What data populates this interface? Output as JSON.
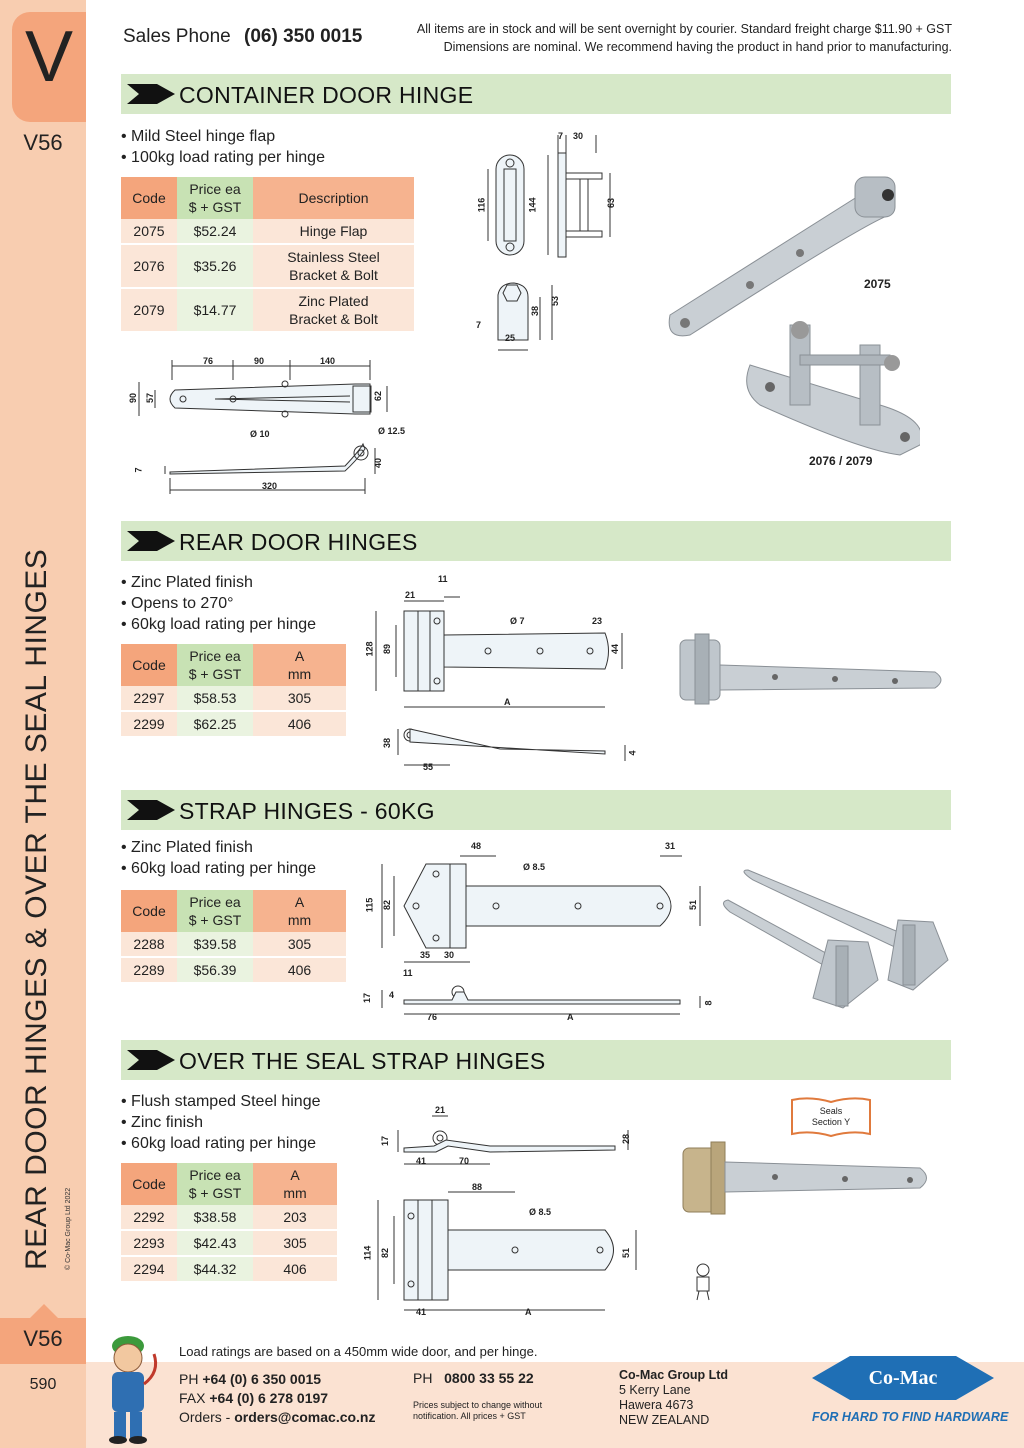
{
  "side": {
    "tab_letter": "V",
    "code_top": "V56",
    "vertical_title": "REAR DOOR HINGES & OVER THE SEAL HINGES",
    "copyright": "© Co-Mac Group Ltd 2022",
    "code_bottom": "V56",
    "page_number": "590"
  },
  "header": {
    "sales_label": "Sales Phone",
    "sales_phone": "(06) 350 0015",
    "notice_line1": "All items are in stock and will be sent overnight by courier. Standard freight charge $11.90 + GST",
    "notice_line2": "Dimensions are nominal. We recommend having the product in hand prior to manufacturing."
  },
  "sections": [
    {
      "title": "CONTAINER DOOR HINGE",
      "bullets": [
        "• Mild Steel hinge flap",
        "• 100kg load rating per hinge"
      ],
      "headers": [
        "Code",
        "Price ea",
        "$ + GST",
        "Description"
      ],
      "rows": [
        {
          "code": "2075",
          "price": "$52.24",
          "desc1": "Hinge Flap",
          "desc2": ""
        },
        {
          "code": "2076",
          "price": "$35.26",
          "desc1": "Stainless Steel",
          "desc2": "Bracket & Bolt"
        },
        {
          "code": "2079",
          "price": "$14.77",
          "desc1": "Zinc Plated",
          "desc2": "Bracket & Bolt"
        }
      ],
      "photo_labels": [
        "2075",
        "2076 / 2079"
      ],
      "dims": [
        "76",
        "90",
        "140",
        "90",
        "57",
        "62",
        "Ø 10",
        "Ø 12.5",
        "7",
        "40",
        "320",
        "7",
        "30",
        "116",
        "144",
        "63",
        "38",
        "53",
        "7",
        "25"
      ]
    },
    {
      "title": "REAR DOOR HINGES",
      "bullets": [
        "• Zinc Plated finish",
        "• Opens to 270°",
        "• 60kg load rating per hinge"
      ],
      "headers": [
        "Code",
        "Price ea",
        "$ + GST",
        "A",
        "mm"
      ],
      "rows": [
        {
          "code": "2297",
          "price": "$58.53",
          "a": "305"
        },
        {
          "code": "2299",
          "price": "$62.25",
          "a": "406"
        }
      ],
      "dims": [
        "11",
        "21",
        "Ø 7",
        "23",
        "128",
        "89",
        "44",
        "A",
        "38",
        "4",
        "55"
      ]
    },
    {
      "title": "STRAP HINGES - 60KG",
      "bullets": [
        "• Zinc Plated finish",
        "• 60kg load rating per hinge"
      ],
      "headers": [
        "Code",
        "Price ea",
        "$ + GST",
        "A",
        "mm"
      ],
      "rows": [
        {
          "code": "2288",
          "price": "$39.58",
          "a": "305"
        },
        {
          "code": "2289",
          "price": "$56.39",
          "a": "406"
        }
      ],
      "dims": [
        "48",
        "31",
        "Ø 8.5",
        "115",
        "82",
        "51",
        "35",
        "30",
        "11",
        "17",
        "4",
        "8",
        "76",
        "A"
      ]
    },
    {
      "title": "OVER THE SEAL STRAP HINGES",
      "bullets": [
        "• Flush stamped Steel hinge",
        "• Zinc finish",
        "• 60kg load rating per hinge"
      ],
      "headers": [
        "Code",
        "Price ea",
        "$ + GST",
        "A",
        "mm"
      ],
      "rows": [
        {
          "code": "2292",
          "price": "$38.58",
          "a": "203"
        },
        {
          "code": "2293",
          "price": "$42.43",
          "a": "305"
        },
        {
          "code": "2294",
          "price": "$44.32",
          "a": "406"
        }
      ],
      "seals_label1": "Seals",
      "seals_label2": "Section Y",
      "dims": [
        "21",
        "17",
        "28",
        "41",
        "70",
        "88",
        "Ø 8.5",
        "114",
        "82",
        "51",
        "41",
        "A"
      ]
    }
  ],
  "footer": {
    "load_note": "Load ratings are based on a 450mm wide door, and per hinge.",
    "ph_label": "PH",
    "ph": "+64 (0) 6 350 0015",
    "fax_label": "FAX",
    "fax": "+64 (0) 6 278 0197",
    "orders_label": "Orders -",
    "orders": "orders@comac.co.nz",
    "ph2_label": "PH",
    "ph2": "0800 33 55 22",
    "prices_line1": "Prices subject to change without",
    "prices_line2": "notification. All prices + GST",
    "company": "Co-Mac Group Ltd",
    "addr1": "5 Kerry Lane",
    "addr2": "Hawera 4673",
    "addr3": "NEW ZEALAND",
    "logo_text": "Co-Mac",
    "tagline": "FOR HARD TO FIND HARDWARE"
  },
  "colors": {
    "tab": "#f4a57c",
    "side": "#f8cdb0",
    "section_bar": "#d6e8c8",
    "price_header": "#c8e2b4",
    "logo_blue": "#1f6fb5"
  }
}
